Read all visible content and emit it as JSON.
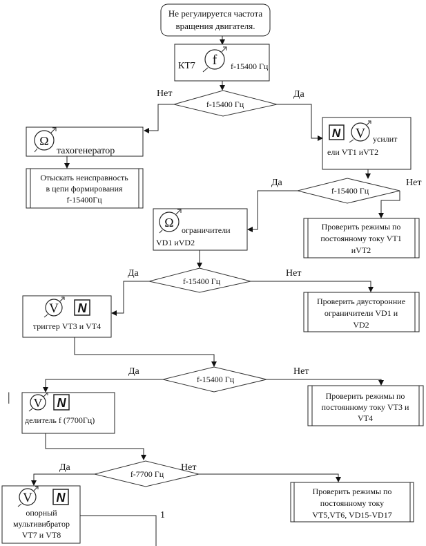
{
  "diagram": {
    "start": {
      "lines": [
        "Не регулируется частота",
        "вращения двигателя."
      ]
    },
    "kt7": {
      "label": "КТ7",
      "icon_glyph": "f",
      "value": "f-15400 Гц"
    },
    "decision1": {
      "text": "f-15400 Гц",
      "no": "Нет",
      "yes": "Да"
    },
    "tacho": {
      "label": "тахогенератор",
      "icon_glyph": "Ω"
    },
    "find_fault": {
      "lines": [
        "Отыскать неисправность",
        "в цепи формирования",
        "f-15400Гц"
      ]
    },
    "amp": {
      "line1": "усилит",
      "line2": "ели VT1 иVT2",
      "icon_n": "N",
      "icon_v": "V"
    },
    "decision2": {
      "text": "f-15400 Гц",
      "yes": "Да",
      "no": "Нет"
    },
    "check_vt1": {
      "lines": [
        "Проверить режимы по",
        "постоянному току VT1",
        "иVT2"
      ]
    },
    "limiters": {
      "line1": "ограничители",
      "line2": "VD1 иVD2",
      "icon_glyph": "Ω"
    },
    "decision3": {
      "text": "f-15400 Гц",
      "yes": "Да",
      "no": "Нет"
    },
    "check_vd": {
      "lines": [
        "Проверить двусторонние",
        "ограничители VD1 и",
        "VD2"
      ]
    },
    "trigger": {
      "label": "триггер VT3 и VT4",
      "icon_v": "V",
      "icon_n": "N"
    },
    "decision4": {
      "text": "f-15400 Гц",
      "yes": "Да",
      "no": "Нет"
    },
    "check_vt3": {
      "lines": [
        "Проверить режимы по",
        "постоянному току VT3 и",
        "VT4"
      ]
    },
    "divider": {
      "label": "делитель f (7700Гц)",
      "icon_v": "V",
      "icon_n": "N"
    },
    "decision5": {
      "text": "f-7700 Гц",
      "yes": "Да",
      "no": "Нет"
    },
    "check_vt5": {
      "lines": [
        "Проверить режимы по",
        "постоянному току",
        "VT5,VT6, VD15-VD17"
      ]
    },
    "multivib": {
      "lines": [
        "опорный",
        "мультивибратор",
        "VT7 и VT8"
      ],
      "icon_v": "V",
      "icon_n": "N"
    },
    "connector": {
      "label": "1"
    },
    "cursor_mark": "|"
  }
}
